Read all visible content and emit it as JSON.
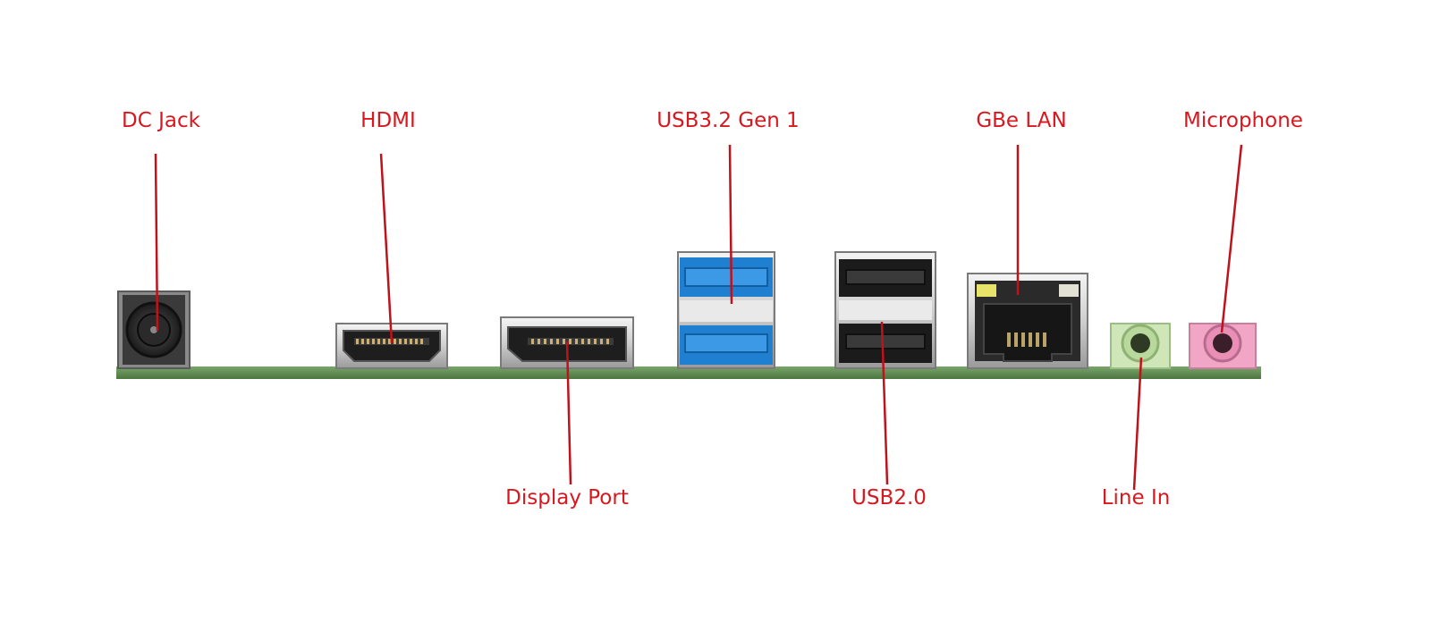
{
  "labels": {
    "dc_jack": "DC Jack",
    "hdmi": "HDMI",
    "usb32": "USB3.2 Gen 1",
    "gbe_lan": "GBe LAN",
    "microphone": "Microphone",
    "display_port": "Display Port",
    "usb20": "USB2.0",
    "line_in": "Line In"
  },
  "colors": {
    "label": "#d7191f",
    "leader_line": "#c0121a",
    "pcb": "#5f8f52",
    "usb3_blue": "#1f7fd0",
    "line_in_green": "#cfe6b8",
    "mic_pink": "#f0a6c4"
  },
  "icons": [
    "dc-jack-icon",
    "hdmi-port-icon",
    "displayport-icon",
    "usb3-port-icon",
    "usb2-port-icon",
    "rj45-port-icon",
    "audio-jack-icon"
  ]
}
